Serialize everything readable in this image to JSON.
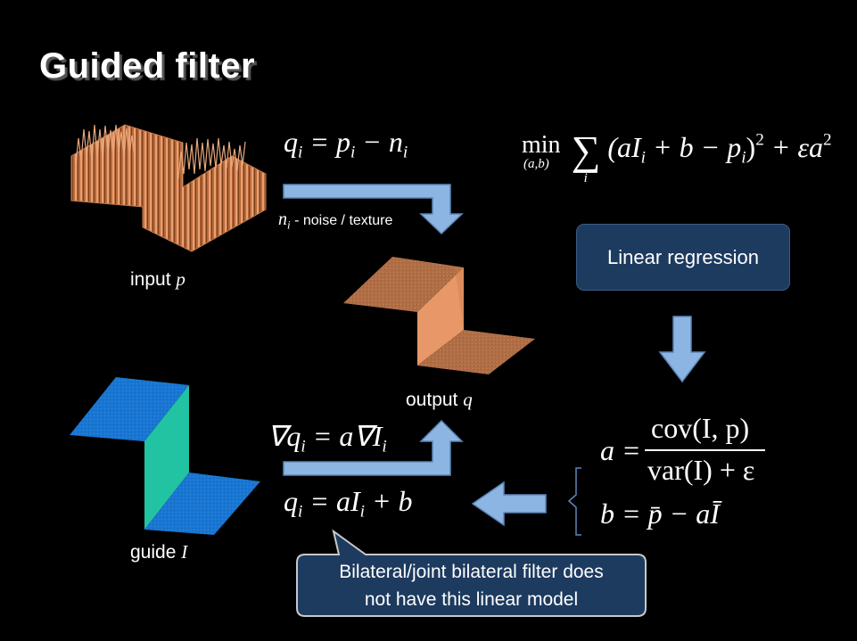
{
  "title": "Guided filter",
  "labels": {
    "input": "input",
    "input_var": "p",
    "output": "output",
    "output_var": "q",
    "guide": "guide",
    "guide_var": "I",
    "noise_var": "n",
    "noise_sub": "i",
    "noise_text": "- noise / texture"
  },
  "equations": {
    "q_eq_top": {
      "lhs": "q",
      "sub": "i",
      "mid": " = p",
      "mid_sub": "i",
      "rhs": " − n",
      "rhs_sub": "i"
    },
    "minimization": {
      "min": "min",
      "min_sub": "(a,b)",
      "sum_sub": "i",
      "body": "(aI",
      "body_sub": "i",
      "body2": " + b − p",
      "body2_sub": "i",
      "body3": ")",
      "exp": "2",
      "tail": " + εa",
      "tail_exp": "2"
    },
    "grad": {
      "text": "∇q",
      "sub": "i",
      "rhs": " = a∇I",
      "rhs_sub": "i"
    },
    "linear": {
      "text": "q",
      "sub": "i",
      "rhs": " = aI",
      "rhs_sub": "i",
      "tail": " + b"
    },
    "a_def": {
      "lhs": "a =",
      "num": "cov(I, p)",
      "den": "var(I) + ε"
    },
    "b_def": {
      "text": "b = p̄ − aĪ"
    }
  },
  "linear_regression_label": "Linear regression",
  "callout": {
    "line1": "Bilateral/joint bilateral filter does",
    "line2": "not have this linear model"
  },
  "colors": {
    "arrow_fill": "#8db5e3",
    "arrow_stroke": "#5b86b8",
    "box_fill": "#1d3a5f",
    "callout_stroke": "#c8c8c8",
    "surface_orange": "#d98a5a",
    "surface_blue": "#1a7bd0",
    "surface_teal": "#21c2a6"
  }
}
